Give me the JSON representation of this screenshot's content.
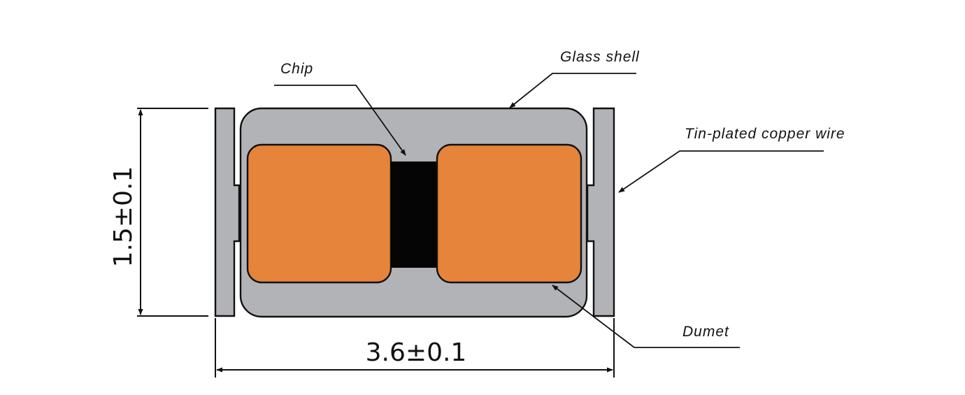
{
  "diagram": {
    "labels": {
      "chip": "Chip",
      "glass_shell": "Glass shell",
      "wire": "Tin-plated copper wire",
      "dumet": "Dumet"
    },
    "dimensions": {
      "height": "1.5±0.1",
      "width": "3.6±0.1"
    }
  },
  "colors": {
    "glass": "#b2b3b7",
    "dumet": "#e5843a",
    "chip": "#050505",
    "outline": "#111111"
  }
}
